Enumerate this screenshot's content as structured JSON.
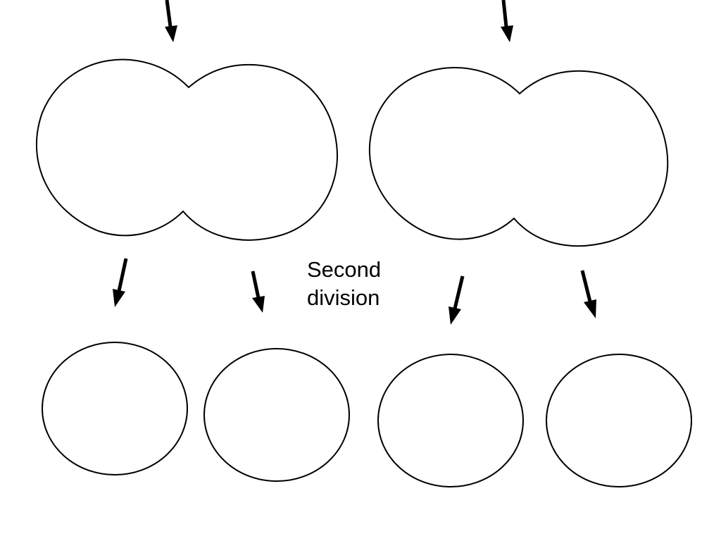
{
  "label": {
    "line1": "Second",
    "line2": "division"
  },
  "colors": {
    "stroke": "#000000",
    "background": "#ffffff"
  },
  "stages": {
    "dividing_cells": 2,
    "daughter_cells": 4
  }
}
